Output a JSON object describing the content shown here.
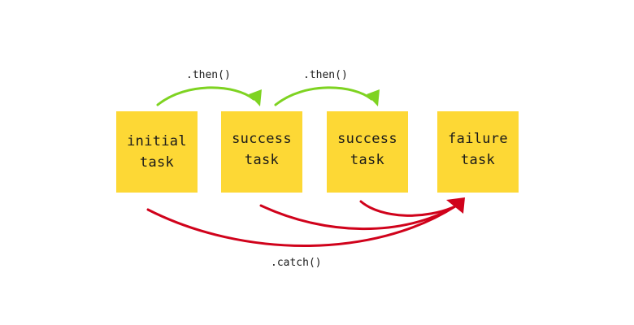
{
  "colors": {
    "box_fill": "#FDD835",
    "then_arrow": "#7ED321",
    "catch_arrow": "#D0021B"
  },
  "boxes": [
    {
      "id": "initial",
      "label": "initial\ntask"
    },
    {
      "id": "success1",
      "label": "success\ntask"
    },
    {
      "id": "success2",
      "label": "success\ntask"
    },
    {
      "id": "failure",
      "label": "failure\ntask"
    }
  ],
  "labels": {
    "then_1": ".then()",
    "then_2": ".then()",
    "catch": ".catch()"
  }
}
